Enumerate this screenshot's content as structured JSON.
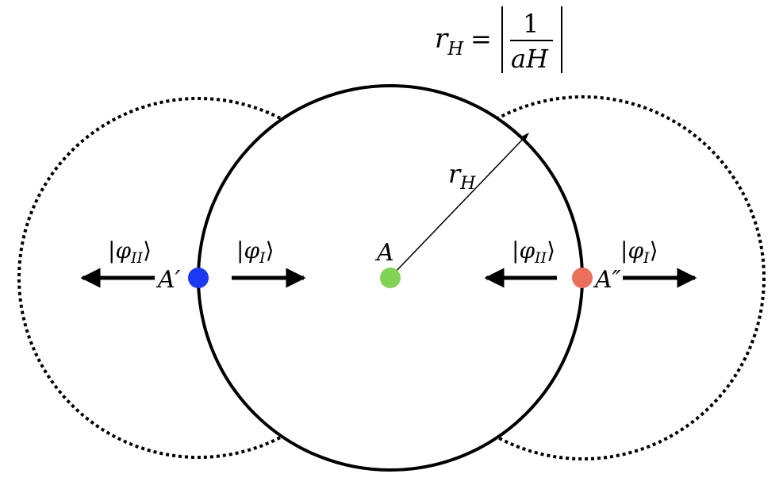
{
  "formula": {
    "lhs": "r",
    "lhs_sub": "H",
    "equals": "=",
    "numerator": "1",
    "denominator": "aH"
  },
  "radius_label": {
    "main": "r",
    "sub": "H"
  },
  "points": {
    "A": {
      "label": "A",
      "color": "#80d353"
    },
    "A1": {
      "label": "A′",
      "color": "#1b38f2"
    },
    "A2": {
      "label": "A″",
      "color": "#eb6f5b"
    }
  },
  "states": {
    "left_outer": {
      "open": "|",
      "main": "φ",
      "sub": "II",
      "close": "⟩"
    },
    "left_inner": {
      "open": "|",
      "main": "φ",
      "sub": "I",
      "close": "⟩"
    },
    "right_inner": {
      "open": "|",
      "main": "φ",
      "sub": "II",
      "close": "⟩"
    },
    "right_outer": {
      "open": "|",
      "main": "φ",
      "sub": "I",
      "close": "⟩"
    }
  },
  "colors": {
    "stroke": "#000000",
    "background": "#ffffff"
  }
}
